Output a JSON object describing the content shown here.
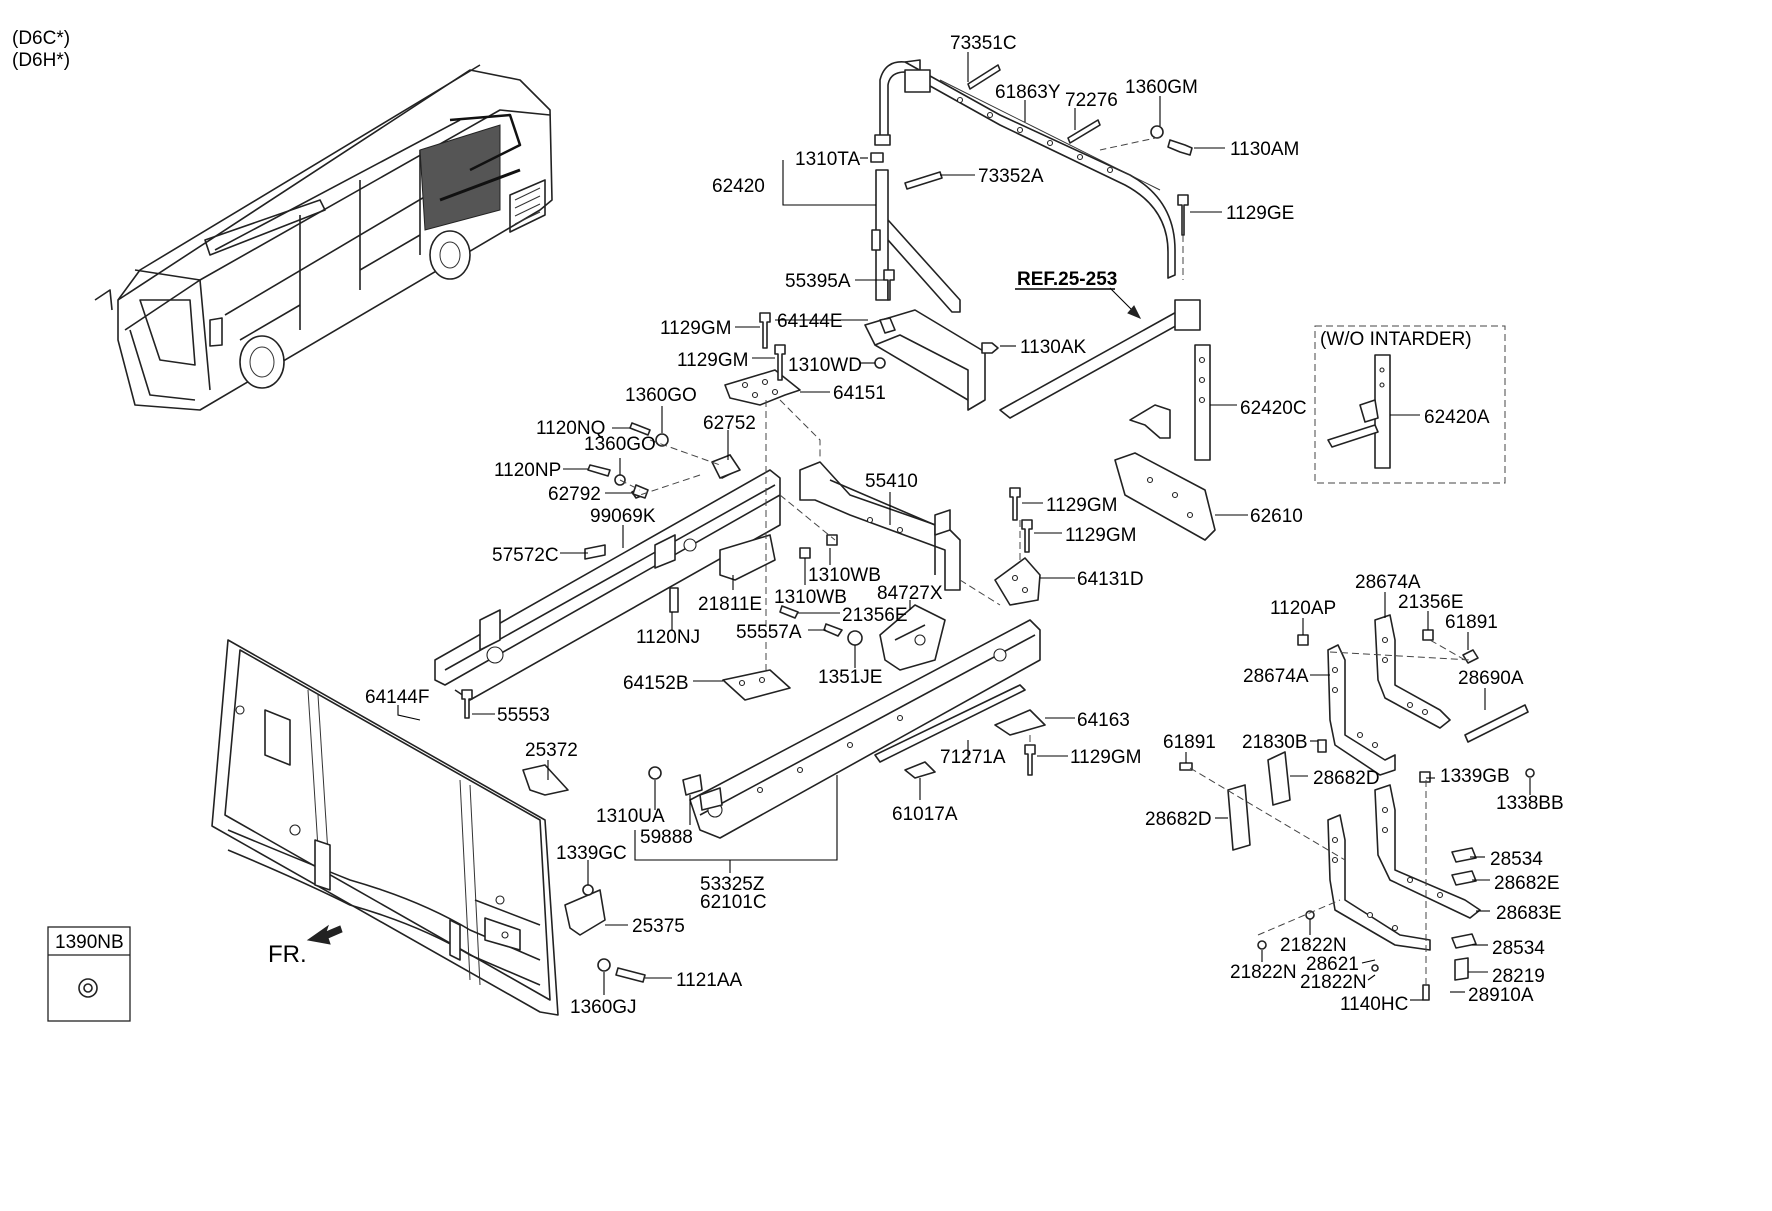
{
  "variants": [
    "(D6C*)",
    "(D6H*)"
  ],
  "option_box_title": "(W/O INTARDER)",
  "reference": "REF.25-253",
  "front_label": "FR.",
  "legend_part": "1390NB",
  "labels": {
    "p73351C": "73351C",
    "p61863Y": "61863Y",
    "p72276": "72276",
    "p1360GM": "1360GM",
    "p1130AM": "1130AM",
    "p1310TA": "1310TA",
    "p73352A": "73352A",
    "p62420": "62420",
    "p1129GE": "1129GE",
    "p55395A": "55395A",
    "p1129GM_a": "1129GM",
    "p64144E": "64144E",
    "p1130AK": "1130AK",
    "p1129GM_b": "1129GM",
    "p1310WD": "1310WD",
    "p64151": "64151",
    "p1360GO_a": "1360GO",
    "p1120NQ": "1120NQ",
    "p62752": "62752",
    "p1360GO_b": "1360GO",
    "p1120NP": "1120NP",
    "p62792": "62792",
    "p55410": "55410",
    "p62420C": "62420C",
    "p62420A": "62420A",
    "p62610": "62610",
    "p99069K": "99069K",
    "p1129GM_c": "1129GM",
    "p1129GM_d": "1129GM",
    "p57572C": "57572C",
    "p1310WB_a": "1310WB",
    "p64131D": "64131D",
    "p21811E": "21811E",
    "p1310WB_b": "1310WB",
    "p84727X": "84727X",
    "p1120NJ": "1120NJ",
    "p21356E_a": "21356E",
    "p55557A": "55557A",
    "p1351JE": "1351JE",
    "p64152B": "64152B",
    "p64144F": "64144F",
    "p55553": "55553",
    "p64163": "64163",
    "p25372": "25372",
    "p71271A": "71271A",
    "p1129GM_e": "1129GM",
    "p1310UA": "1310UA",
    "p59888": "59888",
    "p61017A": "61017A",
    "p53325Z": "53325Z",
    "p62101C": "62101C",
    "p1339GC": "1339GC",
    "p25375": "25375",
    "p1121AA": "1121AA",
    "p1360GJ": "1360GJ",
    "p28674A_a": "28674A",
    "p1120AP": "1120AP",
    "p21356E_b": "21356E",
    "p61891_a": "61891",
    "p28674A_b": "28674A",
    "p28690A": "28690A",
    "p61891_b": "61891",
    "p21830B": "21830B",
    "p28682D_a": "28682D",
    "p1339GB": "1339GB",
    "p1338BB": "1338BB",
    "p28682D_b": "28682D",
    "p28534_a": "28534",
    "p28682E": "28682E",
    "p28683E": "28683E",
    "p21822N_a": "21822N",
    "p28534_b": "28534",
    "p28621": "28621",
    "p21822N_b": "21822N",
    "p21822N_c": "21822N",
    "p28219": "28219",
    "p1140HC": "1140HC",
    "p28910A": "28910A"
  }
}
